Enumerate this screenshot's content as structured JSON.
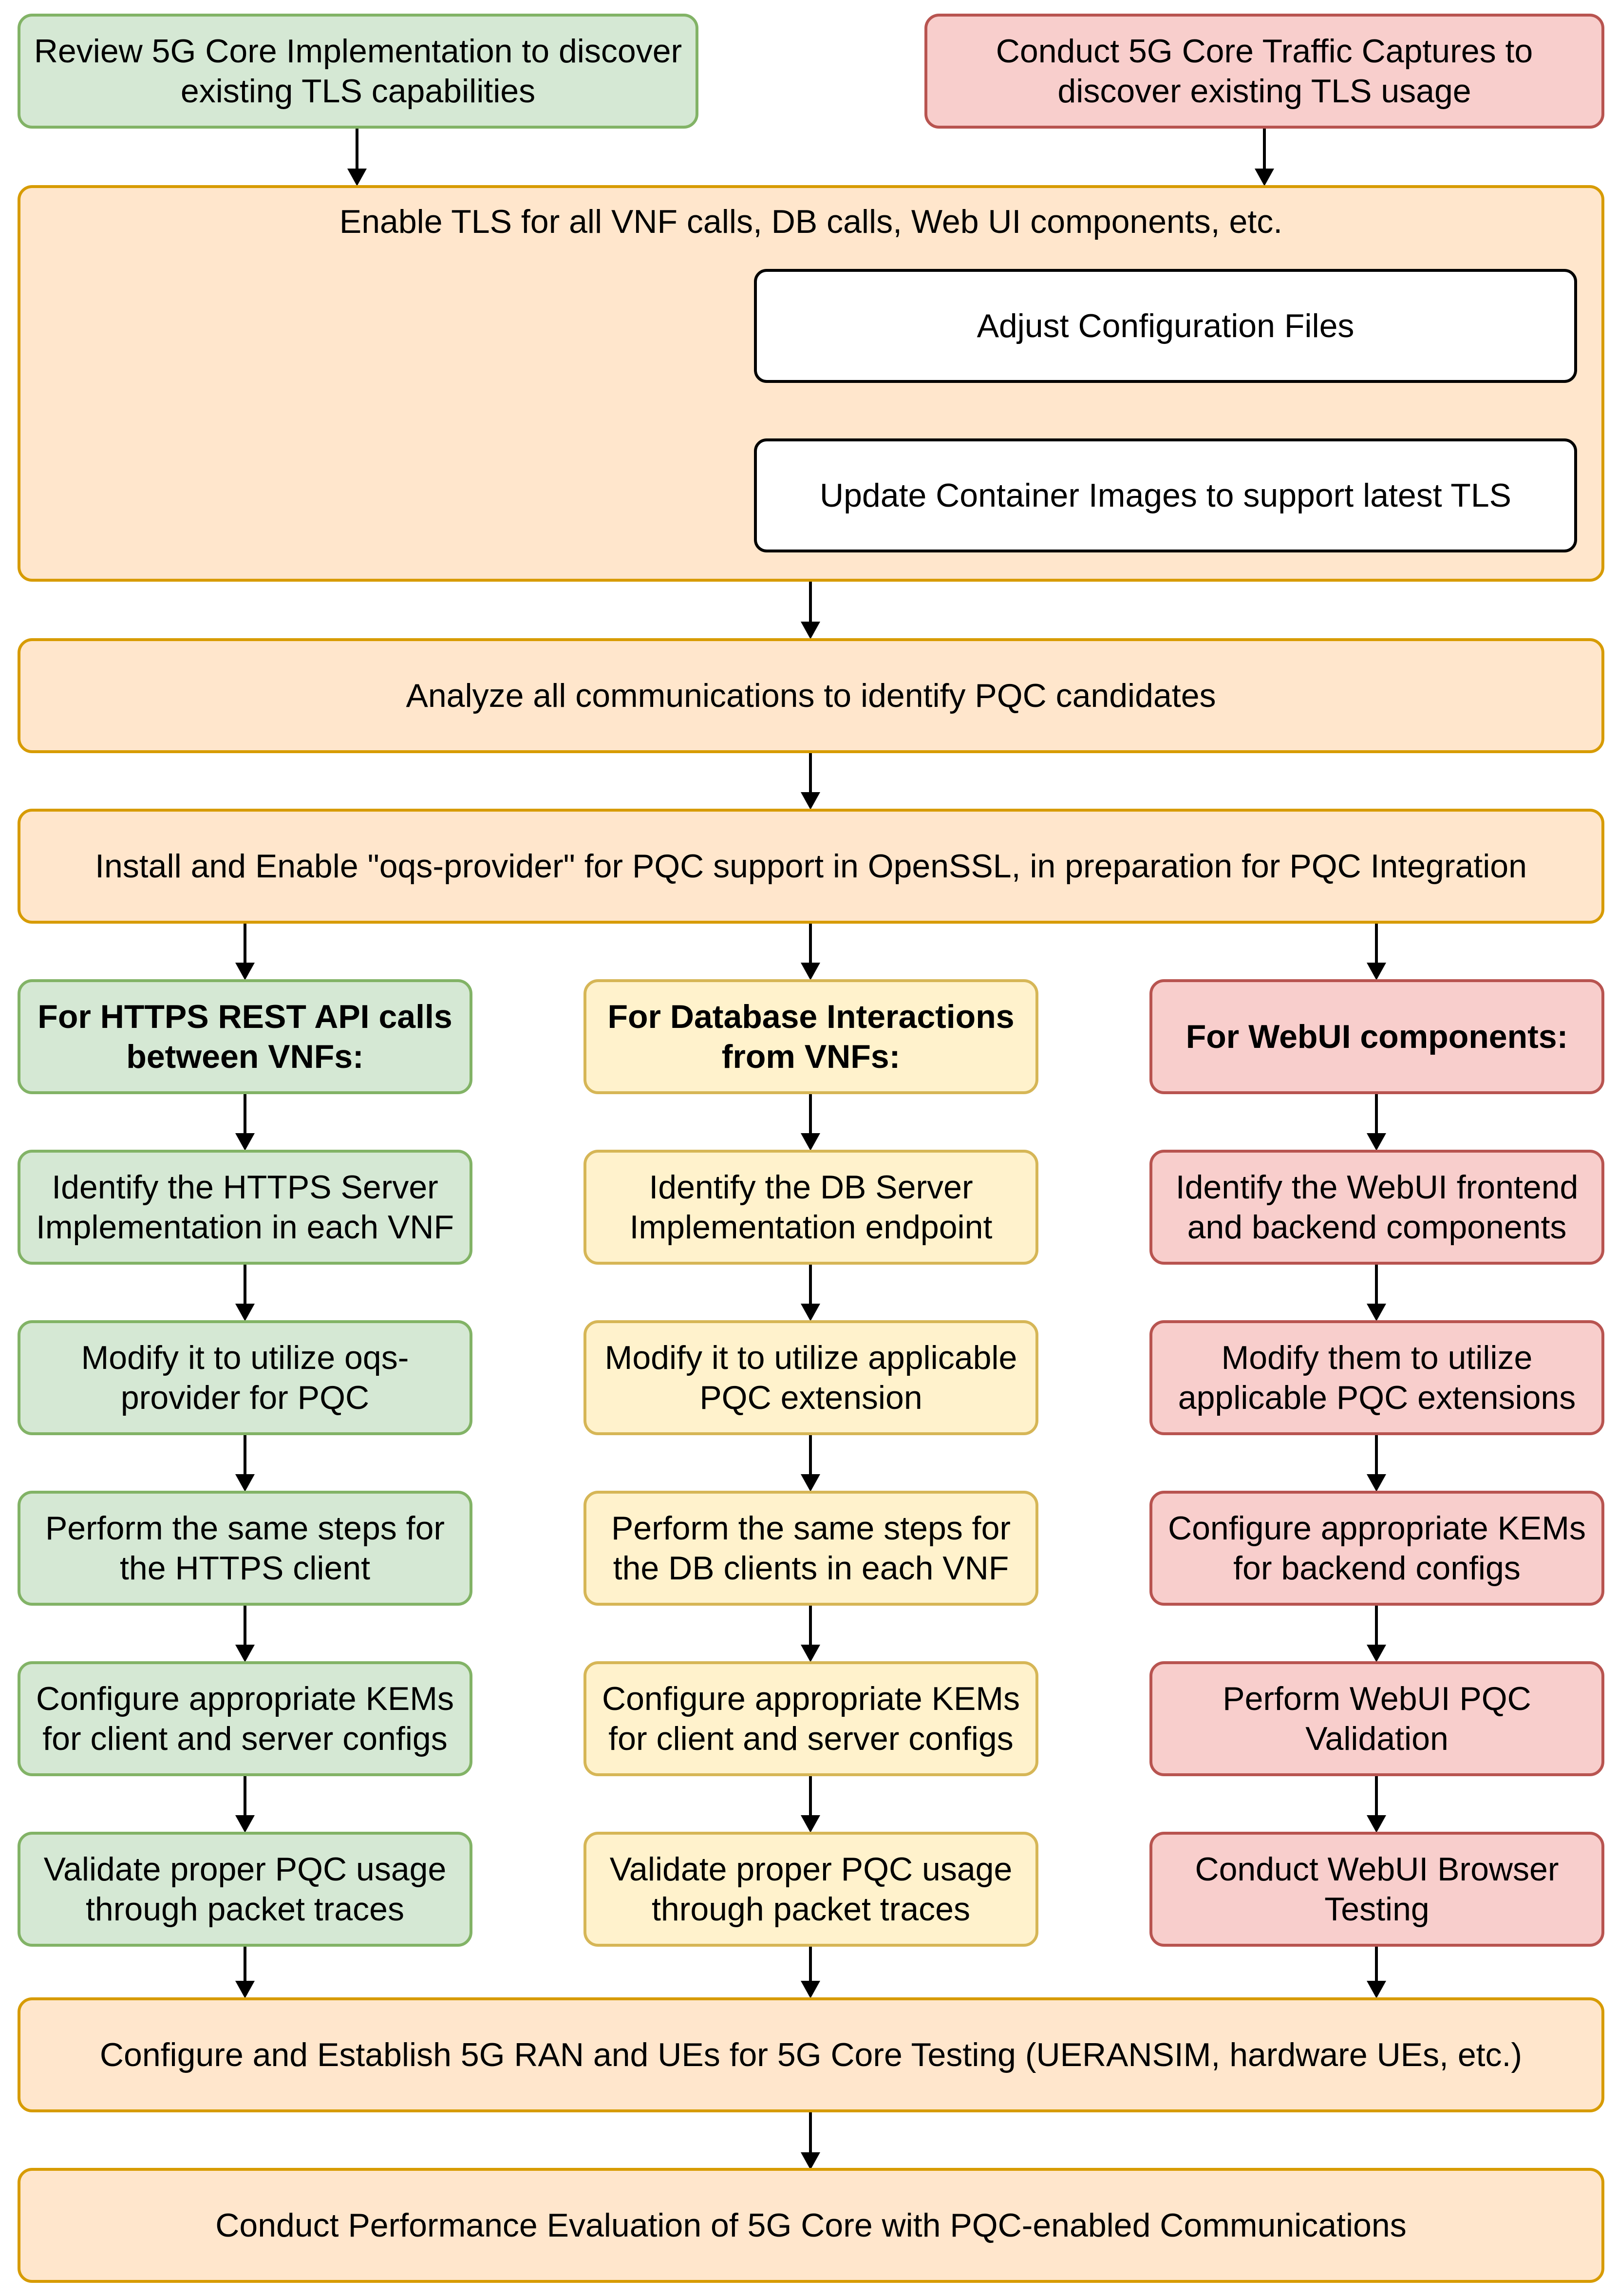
{
  "top": {
    "review": "Review 5G Core Implementation to discover existing TLS capabilities",
    "captures": "Conduct 5G Core Traffic Captures to discover existing TLS usage"
  },
  "tls": {
    "title": "Enable TLS for all VNF calls, DB calls, Web UI components, etc.",
    "adjust_config": "Adjust Configuration Files",
    "update_images": "Update Container Images to support latest TLS"
  },
  "analyze": "Analyze all communications to identify PQC candidates",
  "install_oqs": "Install and Enable \"oqs-provider\" for PQC support in OpenSSL, in preparation for PQC Integration",
  "columns": {
    "https": {
      "header": "For HTTPS REST API calls between VNFs:",
      "steps": [
        "Identify the HTTPS Server Implementation in each VNF",
        "Modify it to utilize oqs-provider for PQC",
        "Perform the same steps for the HTTPS client",
        "Configure appropriate KEMs for client and server configs",
        "Validate proper PQC usage through packet traces"
      ]
    },
    "db": {
      "header": "For Database Interactions from VNFs:",
      "steps": [
        "Identify the DB Server Implementation endpoint",
        "Modify it to utilize applicable PQC extension",
        "Perform the same steps for the DB clients in each VNF",
        "Configure appropriate KEMs for client and server configs",
        "Validate proper PQC usage through packet traces"
      ]
    },
    "webui": {
      "header": "For WebUI components:",
      "steps": [
        "Identify the WebUI frontend and backend components",
        "Modify them to utilize applicable PQC extensions",
        "Configure appropriate KEMs for backend configs",
        "Perform WebUI PQC Validation",
        "Conduct WebUI Browser Testing"
      ]
    }
  },
  "ran": "Configure and Establish 5G RAN and UEs for 5G Core Testing (UERANSIM, hardware UEs, etc.)",
  "perf": "Conduct Performance Evaluation of 5G Core with PQC-enabled Communications",
  "colors": {
    "green_fill": "#d5e8d4",
    "green_stroke": "#82b366",
    "red_fill": "#f8cecc",
    "red_stroke": "#b85450",
    "orange_fill": "#ffe6cc",
    "orange_stroke": "#d79b00",
    "yellow_fill": "#fff2cc",
    "yellow_stroke": "#d6b656"
  }
}
